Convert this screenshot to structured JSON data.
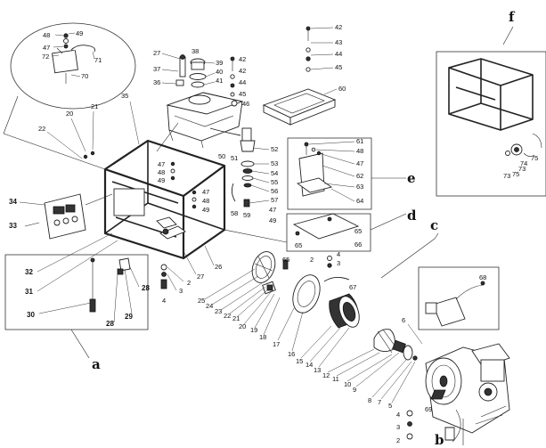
{
  "callouts": {
    "n48a": "48",
    "n49a": "49",
    "n47a": "47",
    "n72": "72",
    "n71": "71",
    "n70": "70",
    "n27": "27",
    "n38": "38",
    "n37": "37",
    "n39": "39",
    "n40": "40",
    "n41": "41",
    "n36": "36",
    "n42a": "42",
    "n42b": "42",
    "n44a": "44",
    "n45a": "45",
    "n46": "46",
    "n42c": "42",
    "n43": "43",
    "n44b": "44",
    "n45b": "45",
    "n60": "60",
    "n35": "35",
    "n20": "20",
    "n21": "21",
    "n22": "22",
    "n52": "52",
    "n53": "53",
    "n54": "54",
    "n55": "55",
    "n56": "56",
    "n57": "57",
    "n58": "58",
    "n59": "59",
    "n50": "50",
    "n51": "51",
    "n47b": "47",
    "n48b": "48",
    "n49b": "49",
    "n47c": "47",
    "n48c": "48",
    "n49c": "49",
    "n61": "61",
    "n48d": "48",
    "n47d": "47",
    "n62": "62",
    "n63": "63",
    "n64": "64",
    "n47e": "47",
    "n49e": "49",
    "n65a": "65",
    "n65b": "65",
    "n66": "66",
    "n65c": "65",
    "n67": "67",
    "n34": "34",
    "n33": "33",
    "n32": "32",
    "n31": "31",
    "n30": "30",
    "n29": "29",
    "n28a": "28",
    "n28b": "28",
    "n4a": "4",
    "n3a": "3",
    "n2a": "2",
    "n27b": "27",
    "n26": "26",
    "n25": "25",
    "n24": "24",
    "n23": "23",
    "n22b": "22",
    "n21b": "21",
    "n20b": "20",
    "n19": "19",
    "n18": "18",
    "n17": "17",
    "n16": "16",
    "n15": "15",
    "n14": "14",
    "n13": "13",
    "n12": "12",
    "n11": "11",
    "n10": "10",
    "n9": "9",
    "n8": "8",
    "n7": "7",
    "n5": "5",
    "n6": "6",
    "n2b": "2",
    "n4b": "4",
    "n3b": "3",
    "n68": "68",
    "n69": "69",
    "n4c": "4",
    "n3c": "3",
    "n2c": "2",
    "n73": "73",
    "n74": "74",
    "n75a": "75",
    "n75b": "75"
  },
  "assemblies": {
    "a": "a",
    "b": "b",
    "c": "c",
    "d": "d",
    "e": "e",
    "f": "f"
  }
}
